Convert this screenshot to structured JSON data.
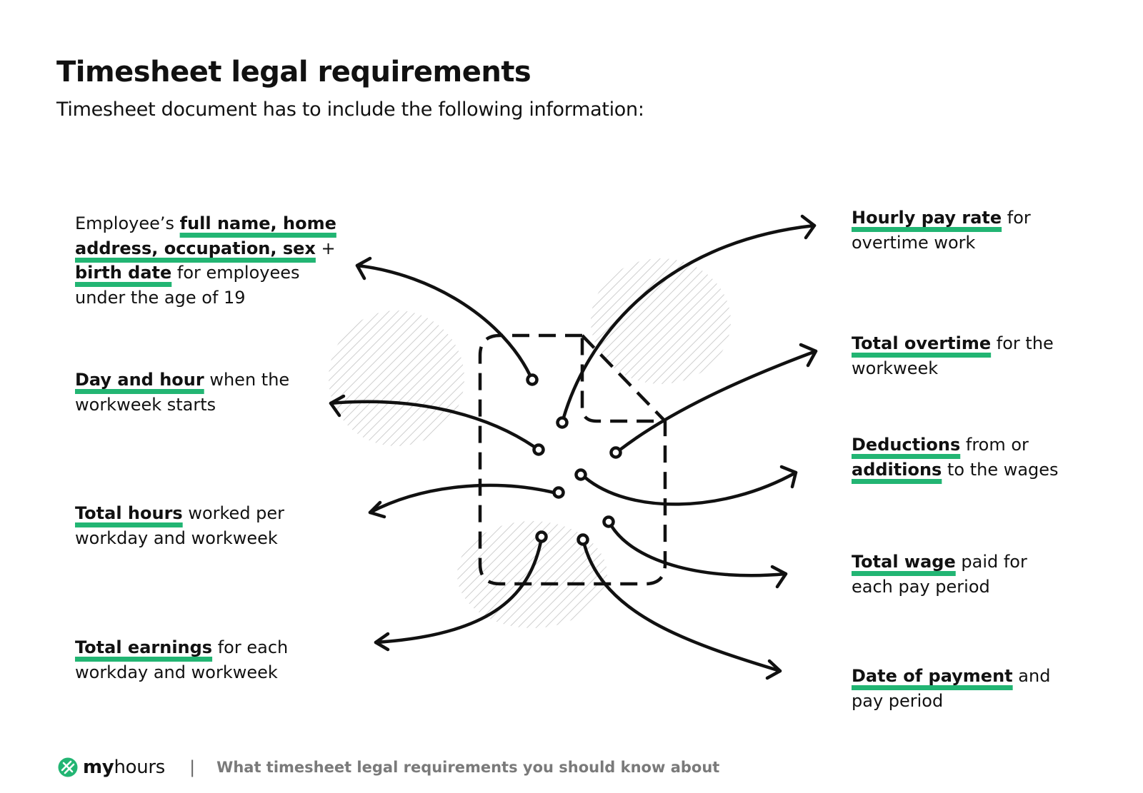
{
  "header": {
    "title": "Timesheet legal requirements",
    "subtitle": "Timesheet document has to include the following information:"
  },
  "items": {
    "employee_info": {
      "prefix": "Employee’s ",
      "bold1": "full name, home",
      "bold2": "address, occupation, sex",
      "mid": " +",
      "bold3": "birth date",
      "suffix1": " for employees",
      "suffix2": "under the age of 19"
    },
    "day_hour": {
      "bold": "Day and hour",
      "rest1": " when the",
      "rest2": "workweek starts"
    },
    "total_hours": {
      "bold": "Total hours",
      "rest1": " worked per",
      "rest2": "workday and workweek"
    },
    "total_earnings": {
      "bold": "Total earnings",
      "rest1": " for each",
      "rest2": "workday and workweek"
    },
    "hourly_pay_rate": {
      "bold": "Hourly pay rate",
      "rest1": " for",
      "rest2": "overtime work"
    },
    "total_overtime": {
      "bold": "Total overtime",
      "rest1": " for the",
      "rest2": "workweek"
    },
    "deductions": {
      "bold1": "Deductions",
      "rest1": " from or",
      "bold2": "additions",
      "rest2": " to the wages"
    },
    "total_wage": {
      "bold": "Total wage",
      "rest1": " paid for",
      "rest2": "each pay period"
    },
    "date_of_payment": {
      "bold": "Date of payment",
      "rest1": " and",
      "rest2": "pay period"
    }
  },
  "footer": {
    "brand_bold": "my",
    "brand_rest": "hours",
    "separator": "|",
    "tagline": "What timesheet legal requirements you should know about"
  },
  "colors": {
    "accent": "#22b573",
    "ink": "#111111",
    "muted": "#7a7a7a",
    "hatch": "#cfcfcf"
  },
  "icons": [
    "myhours-logo-icon",
    "document-outline-icon",
    "arrow-icon"
  ]
}
